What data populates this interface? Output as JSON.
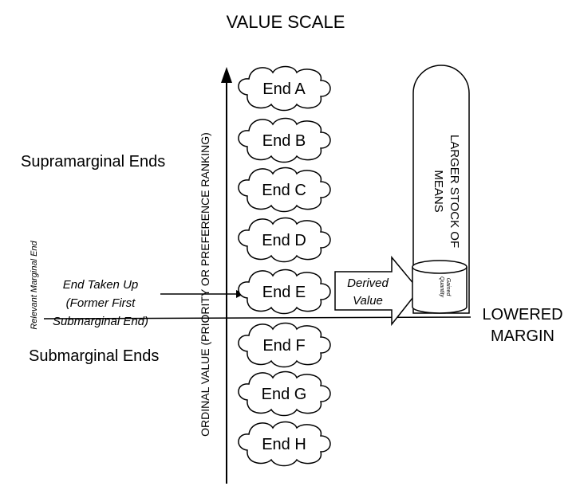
{
  "title": "VALUE SCALE",
  "axis_label": "ORDINAL VALUE (PRIORITY OR PREFERENCE RANKING)",
  "side_labels": {
    "supramarginal": "Supramarginal Ends",
    "submarginal": "Submarginal Ends",
    "relevant_marginal": "Relevant Marginal End"
  },
  "ends": [
    "End A",
    "End B",
    "End C",
    "End D",
    "End E",
    "End F",
    "End G",
    "End H"
  ],
  "end_taken_up": {
    "line1": "End Taken Up",
    "line2": "(Former First",
    "line3": "Submarginal End)"
  },
  "derived_value": {
    "line1": "Derived",
    "line2": "Value"
  },
  "stock": {
    "line1": "LARGER STOCK OF",
    "line2": "MEANS"
  },
  "gained_quantity": {
    "line1": "Gained",
    "line2": "Quantity"
  },
  "lowered_margin": {
    "line1": "LOWERED",
    "line2": "MARGIN"
  }
}
